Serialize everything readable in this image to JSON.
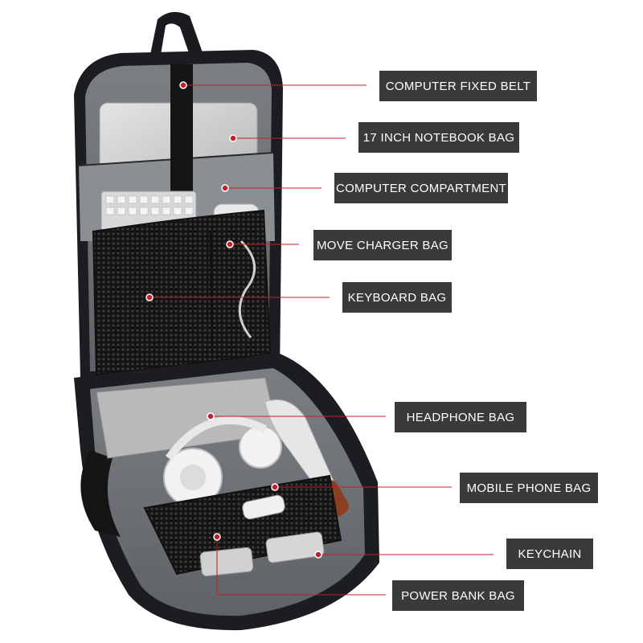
{
  "callouts": [
    {
      "id": "computer-fixed-belt",
      "label": "COMPUTER FIXED BELT"
    },
    {
      "id": "notebook-bag",
      "label": "17 INCH NOTEBOOK BAG"
    },
    {
      "id": "computer-compartment",
      "label": "COMPUTER COMPARTMENT"
    },
    {
      "id": "move-charger-bag",
      "label": "MOVE CHARGER BAG"
    },
    {
      "id": "keyboard-bag",
      "label": "KEYBOARD BAG"
    },
    {
      "id": "headphone-bag",
      "label": "HEADPHONE BAG"
    },
    {
      "id": "mobile-phone-bag",
      "label": "MOBILE PHONE BAG"
    },
    {
      "id": "keychain",
      "label": "KEYCHAIN"
    },
    {
      "id": "power-bank-bag",
      "label": "POWER BANK BAG"
    }
  ],
  "colors": {
    "label_bg": "#3a3a3a",
    "label_text": "#ffffff",
    "leader_line": "#c0202a",
    "bag_body": "#1c1d20",
    "lining": "#6f7378"
  }
}
